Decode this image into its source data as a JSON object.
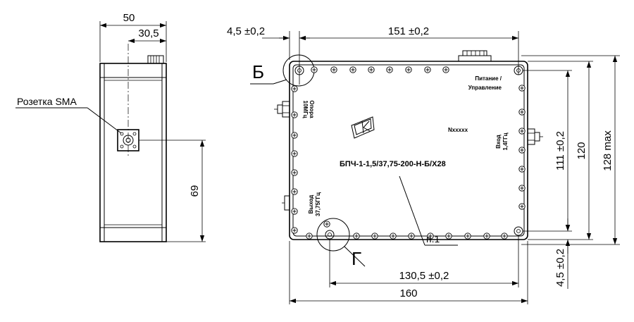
{
  "left_view": {
    "dim_width": "50",
    "dim_connector_offset": "30,5",
    "dim_height": "69",
    "connector_label": "Розетка SMA"
  },
  "main_view": {
    "dim_left_hole": "4,5 ±0,2",
    "dim_top_holes": "151 ±0,2",
    "dim_bottom_holes": "130,5 ±0,2",
    "dim_total_width": "160",
    "dim_right_holes": "111 ±0,2",
    "dim_body_height": "120",
    "dim_max_height": "128 max",
    "dim_bottom_hole": "4,5 ±0,2",
    "callout_b": "Б",
    "callout_g": "Г",
    "note_ref": "п.1",
    "label_power_1": "Питание /",
    "label_power_2": "Управление",
    "label_ref_1": "Опора",
    "label_ref_2": "10МГц",
    "label_in_1": "Вход",
    "label_in_2": "1,4ГГц",
    "label_out_1": "Выход",
    "label_out_2": "37,75ГГц",
    "serial": "Nxxxxx",
    "model": "БПЧ-1-1,5/37,75-200-Н-Б/Х28"
  }
}
